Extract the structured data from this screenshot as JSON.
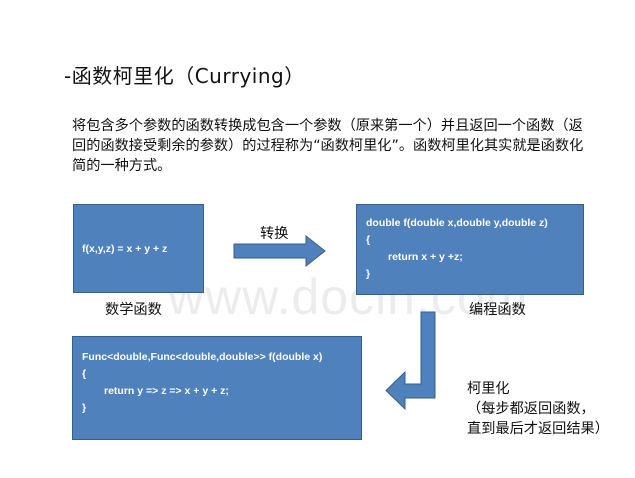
{
  "title": "-函数柯里化（Currying）",
  "intro": "将包含多个参数的函数转换成包含一个参数（原来第一个）并且返回一个函数（返回的函数接受剩余的参数）的过程称为“函数柯里化”。函数柯里化其实就是函数化简的一种方式。",
  "math_box": {
    "expression": "f(x,y,z) = x + y + z",
    "caption": "数学函数"
  },
  "convert_arrow": {
    "label": "转换"
  },
  "code_box": {
    "lines": [
      "double f(double x,double y,double z)",
      "{",
      "return x + y +z;",
      "}"
    ],
    "caption": "编程函数"
  },
  "curry_box": {
    "lines": [
      "Func<double,Func<double,double>> f(double x)",
      "{",
      "return y => z => x + y + z;",
      "}"
    ]
  },
  "curry_caption": {
    "line1": "柯里化",
    "line2": "（每步都返回函数，",
    "line3": "直到最后才返回结果）"
  },
  "watermark": "www.docin.com",
  "colors": {
    "box_fill": "#4f81bd",
    "box_border": "#385d8a",
    "text": "#111111"
  }
}
